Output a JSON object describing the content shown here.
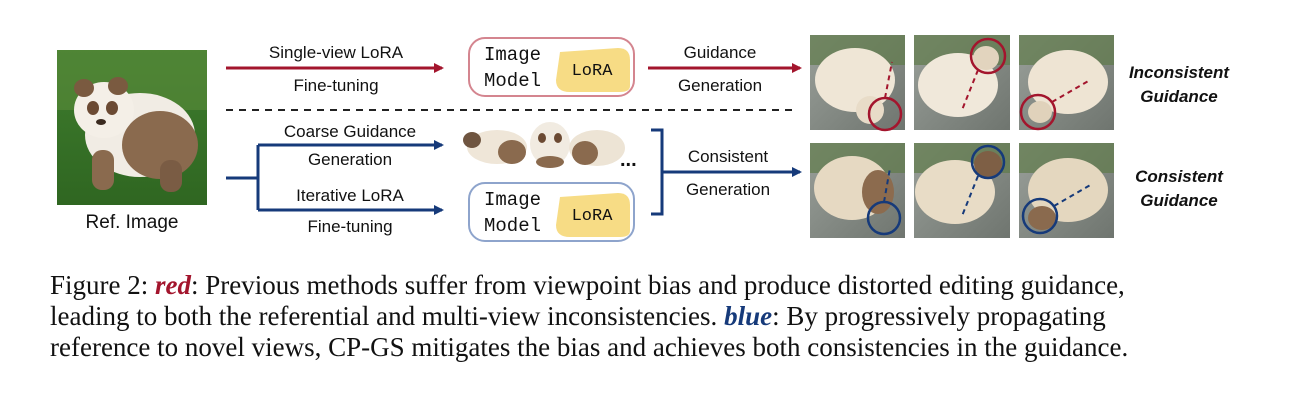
{
  "figure": {
    "ref_label": "Ref. Image",
    "top_branch": {
      "label_line1": "Single-view LoRA",
      "label_line2": "Fine-tuning",
      "model_line1": "Image",
      "model_line2": "Model",
      "lora": "LoRA",
      "out_line1": "Guidance",
      "out_line2": "Generation",
      "result_line1": "Inconsistent",
      "result_line2": "Guidance"
    },
    "bottom_branch": {
      "coarse_line1": "Coarse Guidance",
      "coarse_line2": "Generation",
      "iter_line1": "Iterative LoRA",
      "iter_line2": "Fine-tuning",
      "ellipsis": "...",
      "model_line1": "Image",
      "model_line2": "Model",
      "lora": "LoRA",
      "out_line1": "Consistent",
      "out_line2": "Generation",
      "result_line1": "Consistent",
      "result_line2": "Guidance"
    },
    "colors": {
      "red": "#a3152d",
      "blue": "#163a7a",
      "lora_fill": "#f7dc85"
    }
  },
  "caption": {
    "prefix": "Figure 2: ",
    "red_word": "red",
    "part1_rest": ": Previous methods suffer from viewpoint bias and produce distorted editing guidance,",
    "line2_a": "leading to both the referential and multi-view inconsistencies. ",
    "blue_word": "blue",
    "line2_b": ": By progressively propagating",
    "line3": "reference to novel views, CP-GS mitigates the bias and achieves both consistencies in the guidance."
  }
}
